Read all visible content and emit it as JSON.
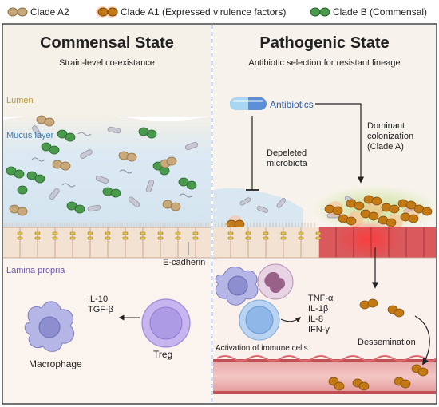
{
  "legend": {
    "clade_a2": "Clade A2",
    "clade_a1": "Clade A1 (Expressed virulence factors)",
    "clade_b": "Clade B (Commensal)"
  },
  "commensal": {
    "title": "Commensal State",
    "subtitle": "Strain-level co-existance",
    "lumen": "Lumen",
    "mucus": "Mucus layer",
    "lamina": "Lamina propria",
    "ecadherin": "E-cadherin",
    "cytokines": [
      "IL-10",
      "TGF-β"
    ],
    "macrophage": "Macrophage",
    "treg": "Treg"
  },
  "pathogenic": {
    "title": "Pathogenic State",
    "subtitle": "Antibiotic selection for resistant lineage",
    "antibiotics": "Antibiotics",
    "depleted": [
      "Depeleted",
      "microbiota"
    ],
    "dominant": [
      "Dominant",
      "colonization",
      "(Clade A)"
    ],
    "cytokines": [
      "TNF-α",
      "IL-1β",
      "IL-8",
      "IFN-γ"
    ],
    "activation": "Activation of immune cells",
    "dissemination": "Dessemination"
  },
  "colors": {
    "clade_a2": "#c9a97a",
    "clade_a1": "#c47a14",
    "clade_b": "#4a9a4e",
    "divider": "#5b7fb3",
    "label_lumen": "#b39a3c",
    "label_mucus": "#3d7fb5",
    "label_lamina": "#6a5aa6"
  }
}
